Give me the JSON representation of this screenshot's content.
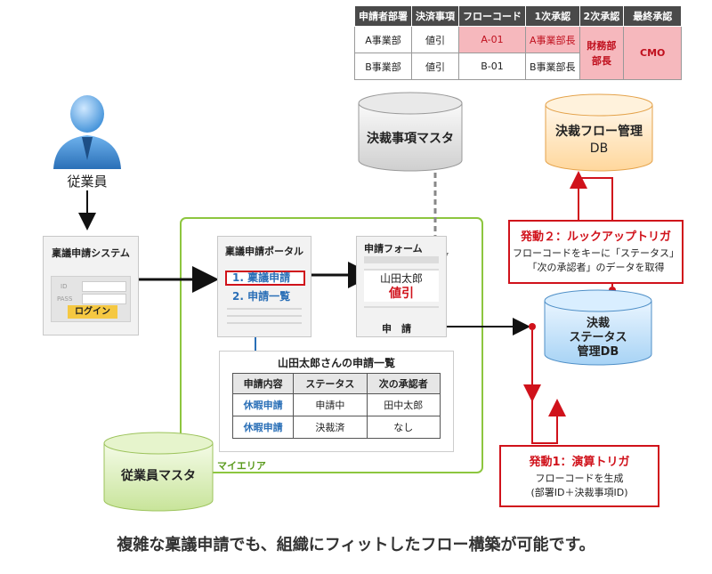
{
  "routing_table": {
    "headers": [
      "申請者部署",
      "決済事項",
      "フローコード",
      "1次承認",
      "2次承認",
      "最終承認"
    ],
    "rows": [
      [
        "A事業部",
        "値引",
        "A-01",
        "A事業部長"
      ],
      [
        "B事業部",
        "値引",
        "B-01",
        "B事業部長"
      ]
    ],
    "second_approver": "財務部\n部長",
    "final_approver": "CMO"
  },
  "employee": {
    "label": "従業員"
  },
  "login_system": {
    "title": "稟議申請システム",
    "id_label": "ID",
    "pass_label": "PASS",
    "login_button": "ログイン"
  },
  "portal": {
    "title": "稟議申請ポータル",
    "item1": "1. 稟議申請",
    "item2": "2. 申請一覧"
  },
  "form": {
    "title": "申請フォーム",
    "name": "山田太郎",
    "type": "値引",
    "submit": "申　請"
  },
  "decision_master": {
    "label": "決裁事項マスタ"
  },
  "flow_db": {
    "line1": "決裁フロー管理",
    "line2": "DB"
  },
  "status_db": {
    "line1": "決裁",
    "line2": "ステータス",
    "line3": "管理DB"
  },
  "employee_master": {
    "label": "従業員マスタ"
  },
  "my_area": {
    "label": "マイエリア"
  },
  "app_list": {
    "title": "山田太郎さんの申請一覧",
    "headers": [
      "申請内容",
      "ステータス",
      "次の承認者"
    ],
    "rows": [
      [
        "休暇申請",
        "申請中",
        "田中太郎"
      ],
      [
        "休暇申請",
        "決裁済",
        "なし"
      ]
    ]
  },
  "trigger2": {
    "title": "発動２：ルックアップトリガ",
    "line1": "フローコードをキーに「ステータス」",
    "line2": "「次の承認者」のデータを取得"
  },
  "trigger1": {
    "title": "発動1：演算トリガ",
    "line1": "フローコードを生成",
    "line2": "(部署ID＋決裁事項ID)"
  },
  "caption": "複雑な稟議申請でも、組織にフィットしたフロー構築が可能です。",
  "colors": {
    "red": "#d0121b",
    "green": "#8dc63f",
    "blue": "#2a6fb7",
    "orange": "#f5a623"
  }
}
